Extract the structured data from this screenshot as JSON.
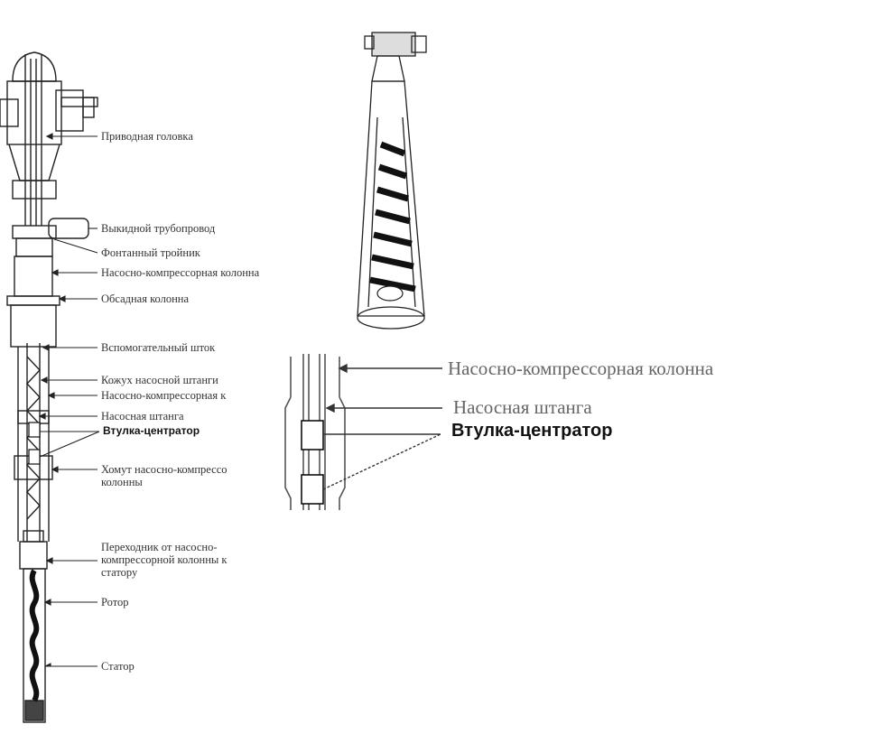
{
  "left_diagram": {
    "labels": [
      "Приводная головка",
      "Выкидной трубопровод",
      "Фонтанный тройник",
      "Насосно-компрессорная колонна",
      "Обсадная колонна",
      "Вспомогательный шток",
      "Кожух насосной штанги",
      "Насосно-компрессорная к",
      "Насосная штанга",
      "Втулка-центратор",
      "Хомут насосно-компрессо\nколонны",
      "Переходник от насосно-\nкомпрессорной колонны\nк статору",
      "Ротор",
      "Статор"
    ]
  },
  "zoom_diagram": {
    "labels": [
      "Насосно-компрессорная колонна",
      "Насосная штанга",
      "Втулка-центратор"
    ]
  }
}
